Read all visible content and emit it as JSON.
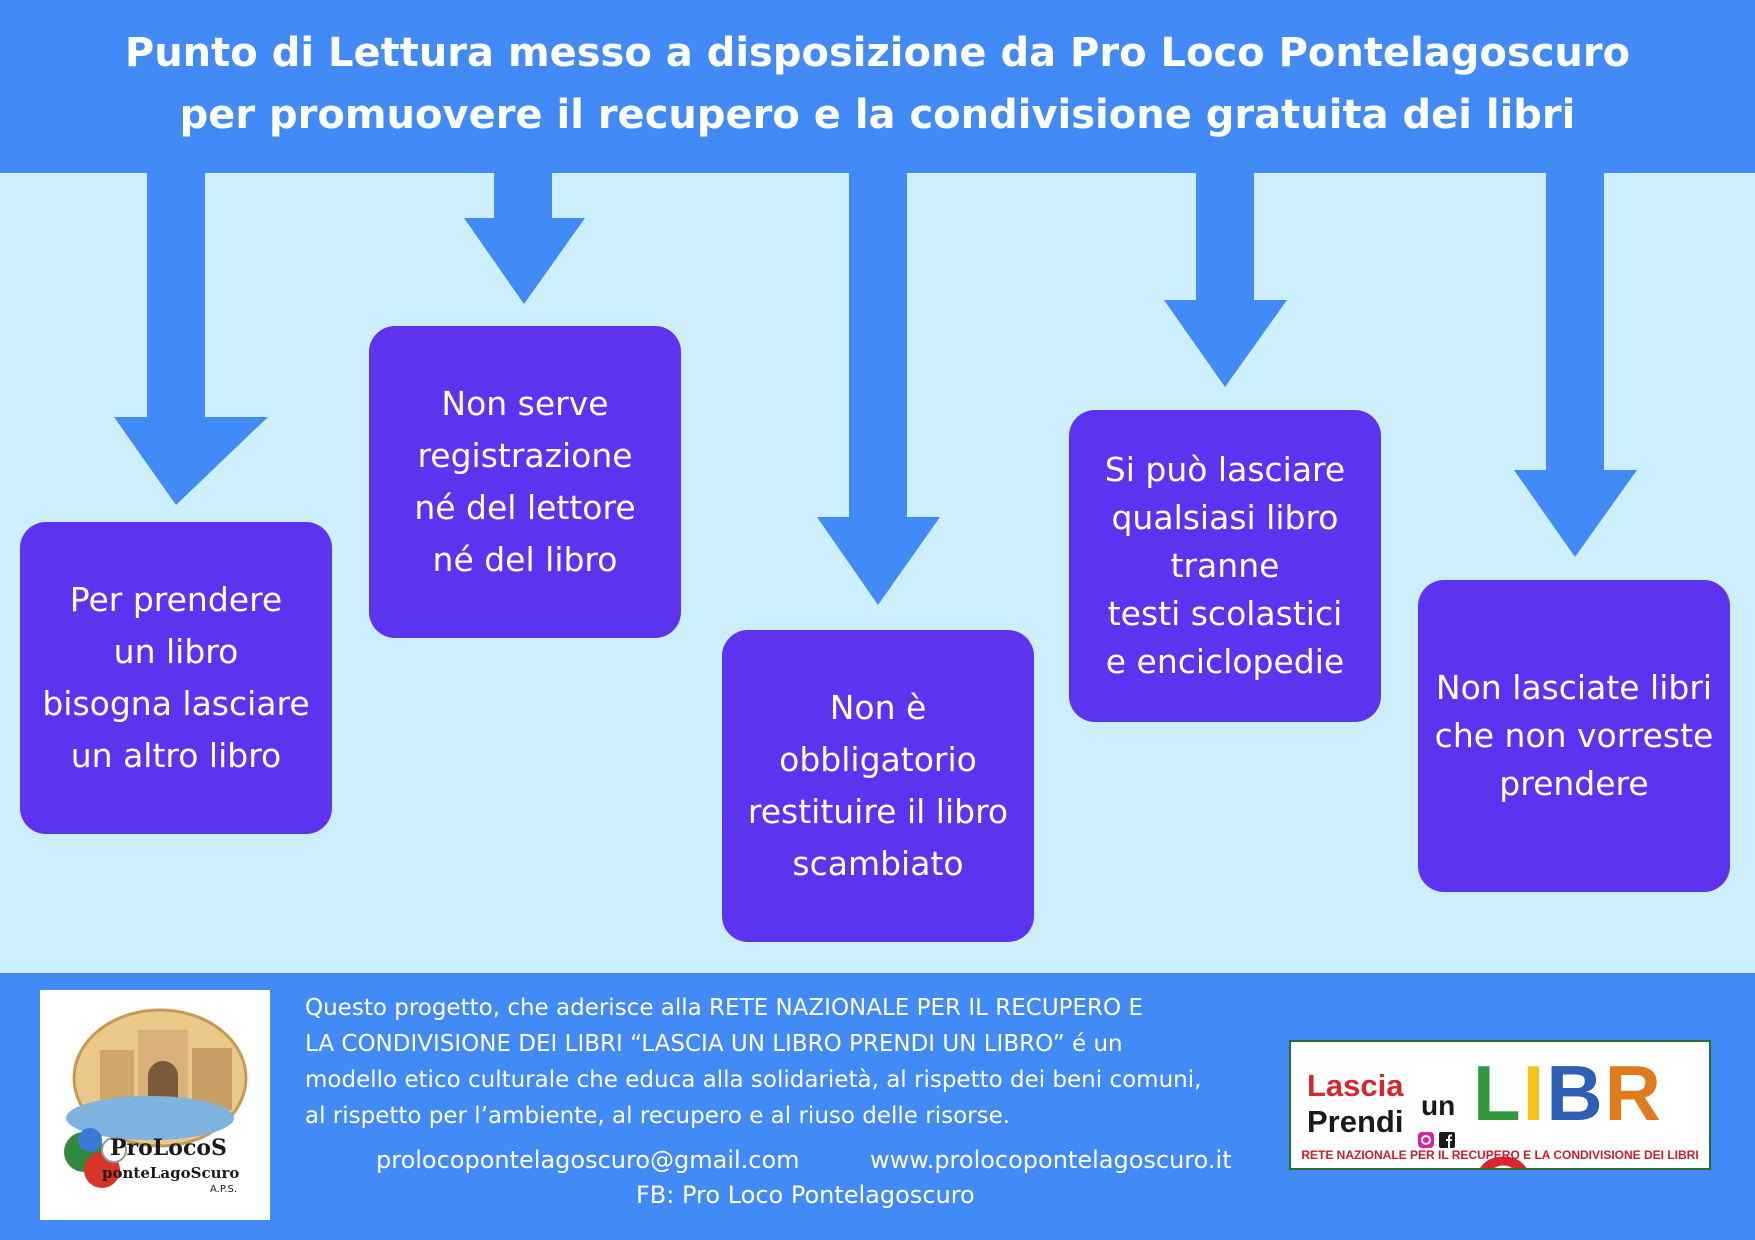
{
  "header": {
    "line1": "Punto di Lettura messo a disposizione da Pro Loco Pontelagoscuro",
    "line2": "per promuovere il recupero e la condivisione gratuita dei libri"
  },
  "boxes": [
    {
      "text": "Per prendere\nun libro\nbisogna lasciare\nun altro libro"
    },
    {
      "text": "Non serve\nregistrazione\nné del lettore\nné del libro"
    },
    {
      "text": "Non è\nobbligatorio\nrestituire il libro\nscambiato"
    },
    {
      "text": "Si può lasciare\nqualsiasi libro\ntranne\ntesti scolastici\ne enciclopedie"
    },
    {
      "text": "Non lasciate libri\nche non vorreste\nprendere"
    }
  ],
  "footer": {
    "description_lines": [
      "Questo progetto, che aderisce alla RETE NAZIONALE PER IL RECUPERO E",
      "LA CONDIVISIONE DEI LIBRI  “LASCIA UN LIBRO PRENDI UN LIBRO” é un",
      "modello etico culturale che educa alla solidarietà, al rispetto dei beni comuni,",
      "al rispetto per l’ambiente, al recupero e al riuso delle risorse."
    ],
    "email": "prolocopontelagoscuro@gmail.com",
    "website": "www.prolocopontelagoscuro.it",
    "facebook": "FB: Pro Loco Pontelagoscuro"
  },
  "logo_left": {
    "text_top": "ProLocoS",
    "text_bottom": "ponteLagoScuro",
    "suffix": "A.P.S."
  },
  "logo_right": {
    "lascia": "Lascia",
    "prendi": "Prendi",
    "un": "un",
    "libro_letters": [
      "L",
      "I",
      "B",
      "R",
      "O"
    ],
    "libro_colors": [
      "#2e9a3a",
      "#f2c417",
      "#2d5fb5",
      "#e07a1f",
      "#d7262e"
    ],
    "rete": "RETE NAZIONALE PER IL RECUPERO E LA CONDIVISIONE DEI LIBRI"
  },
  "colors": {
    "header_bg": "#428bf6",
    "canvas_bg": "#cdeefc",
    "arrow": "#428bf6",
    "box": "#5e33f0",
    "text_light": "#ffffff"
  }
}
